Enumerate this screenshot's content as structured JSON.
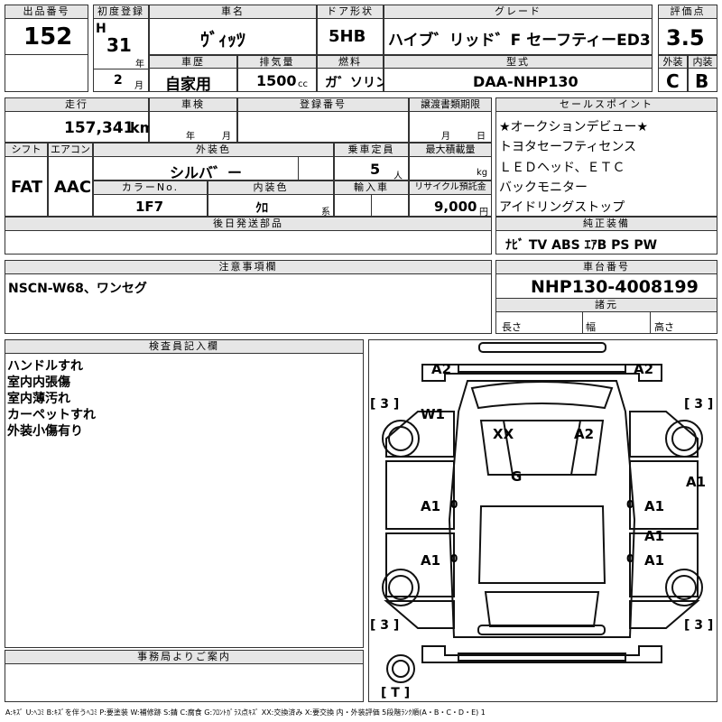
{
  "header": {
    "lot_label": "出品番号",
    "lot_value": "152",
    "reg_label": "初度登録",
    "era": "H",
    "year": "31",
    "year_unit": "年",
    "month": "2",
    "month_unit": "月",
    "name_label": "車名",
    "name_value": "ｳﾞｨｯﾂ",
    "door_label": "ドア形状",
    "door_value": "5HB",
    "grade_label": "グレード",
    "grade_value": "ハイブ゛リッド゛F セーフティーED3",
    "score_label": "評価点",
    "score_value": "3.5",
    "history_label": "車歴",
    "history_value": "自家用",
    "disp_label": "排気量",
    "disp_value": "1500",
    "disp_unit": "cc",
    "fuel_label": "燃料",
    "fuel_value": "ガ゛ソリン",
    "model_label": "型式",
    "model_value": "DAA-NHP130",
    "ext_label": "外装",
    "ext_value": "C",
    "int_label": "内装",
    "int_value": "B"
  },
  "row2": {
    "mileage_label": "走行",
    "mileage_value": "157,341",
    "mileage_unit": "km",
    "inspection_label": "車検",
    "insp_year": "年",
    "insp_month": "月",
    "regno_label": "登録番号",
    "transfer_label": "譲渡書類期限",
    "transfer_month": "月",
    "transfer_day": "日",
    "shift_label": "シフト",
    "shift_value": "FAT",
    "ac_label": "エアコン",
    "ac_value": "AAC",
    "color_label": "外装色",
    "color_value": "シルバ゛ー",
    "capacity_label": "乗車定員",
    "capacity_value": "5",
    "capacity_unit": "人",
    "load_label": "最大積載量",
    "load_unit": "kg",
    "colorno_label": "カラーNo.",
    "colorno_value": "1F7",
    "intcolor_label": "内装色",
    "intcolor_value": "ｸﾛ",
    "intcolor_unit": "系",
    "import_label": "輸入車",
    "recycle_label": "リサイクル預託金",
    "recycle_value": "9,000",
    "recycle_unit": "円",
    "later_label": "後日発送部品"
  },
  "sales": {
    "label": "セールスポイント",
    "points": [
      "★オークションデビュー★",
      "トヨタセーフティセンス",
      "ＬＥＤヘッド、ＥＴＣ",
      "バックモニター",
      "アイドリングストップ"
    ]
  },
  "equip": {
    "label": "純正装備",
    "value": "ﾅﾋﾞ TV ABS ｴｱB PS PW"
  },
  "notes": {
    "label": "注意事項欄",
    "value": "NSCN-W68、ワンセグ"
  },
  "chassis": {
    "label": "車台番号",
    "value": "NHP130-4008199"
  },
  "spec": {
    "label": "諸元",
    "length_label": "長さ",
    "width_label": "幅",
    "height_label": "高さ"
  },
  "inspector": {
    "label": "検査員記入欄",
    "lines": [
      "ハンドルすれ",
      "室内内張傷",
      "室内薄汚れ",
      "カーペットすれ",
      "外装小傷有り"
    ]
  },
  "office": {
    "label": "事務局よりご案内"
  },
  "diagram": {
    "marks": [
      "A2",
      "A2",
      "W1",
      "XX",
      "A2",
      "G",
      "A1",
      "A1",
      "A1",
      "A1",
      "A1",
      "A1"
    ],
    "tires": [
      "[ 3 ]",
      "[ 3 ]",
      "[ 3 ]",
      "[ 3 ]",
      "[ T ]"
    ],
    "zeros": [
      "0",
      "0",
      "0",
      "0"
    ]
  },
  "legend": "A:ｷｽﾞ U:ﾍｺﾐ B:ｷｽﾞを伴うﾍｺﾐ P:要塗装 W:補修跡 S:錆 C:腐食 G:ﾌﾛﾝﾄｶﾞﾗｽ点ｷｽﾞ XX:交換済み X:要交換 内・外装評価 5段階ﾗﾝｸ順(A・B・C・D・E) 1"
}
